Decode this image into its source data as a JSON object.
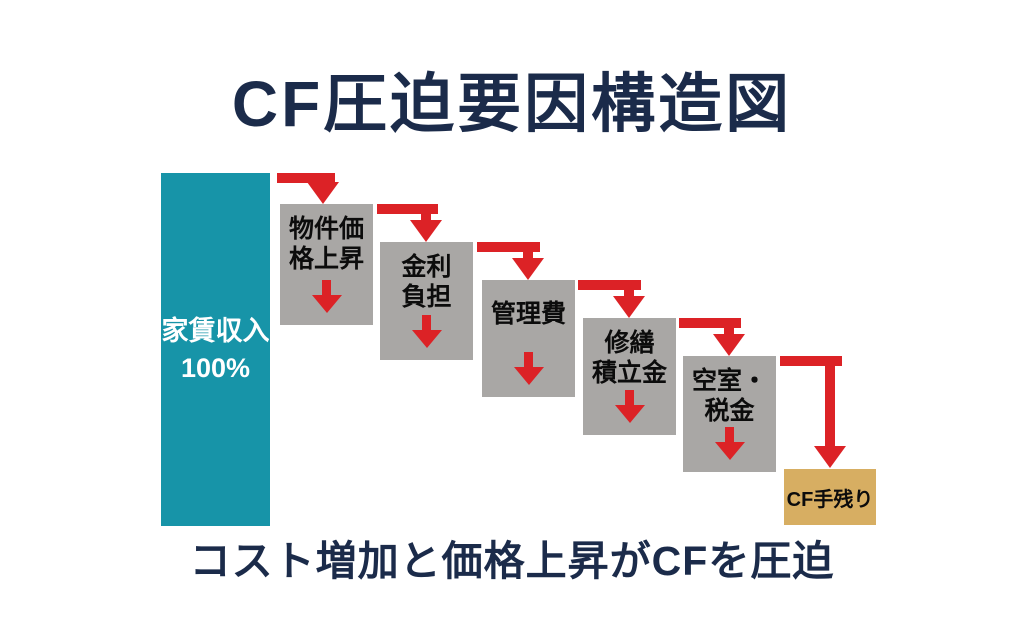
{
  "title": "CF圧迫要因構造図",
  "caption": "コスト増加と価格上昇がCFを圧迫",
  "income_bar": {
    "label": "家賃収入\n100%"
  },
  "factors": [
    {
      "label": "物件価\n格上昇",
      "name": "property-price-rise"
    },
    {
      "label": "金利\n負担",
      "name": "interest-burden"
    },
    {
      "label": "管理費",
      "name": "management-fee"
    },
    {
      "label": "修繕\n積立金",
      "name": "repair-reserve-fund"
    },
    {
      "label": "空室・\n税金",
      "name": "vacancy-and-tax"
    }
  ],
  "result_box": {
    "label": "CF手残り"
  },
  "colors": {
    "navy": "#1b2b4a",
    "teal": "#1794a8",
    "gray": "#a9a7a5",
    "red": "#dc2226",
    "gold": "#d7ae62"
  }
}
